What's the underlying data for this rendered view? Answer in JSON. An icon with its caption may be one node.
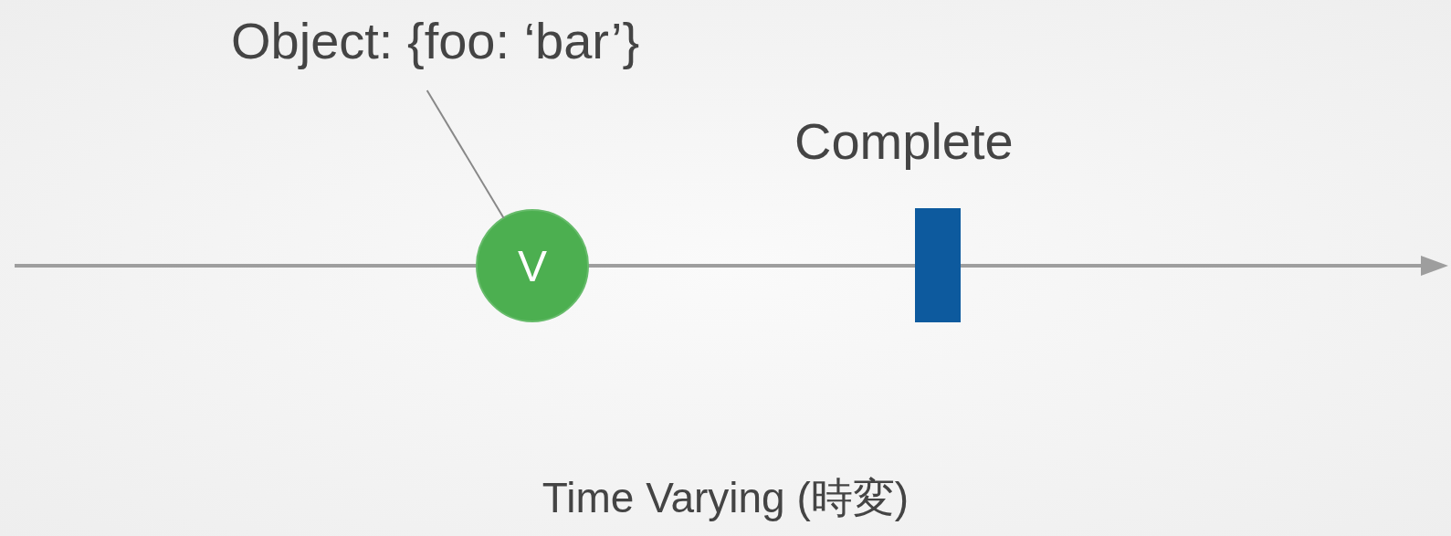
{
  "diagram": {
    "caption": "Time Varying (時変)",
    "nodes": [
      {
        "text": [
          "Object: {foo: ‘bar’}"
        ]
      },
      {
        "text": [
          "V"
        ]
      },
      {
        "text": [
          "Complete"
        ]
      }
    ],
    "edges": [
      {
        "from": 0,
        "to": 1,
        "arrow": "none"
      }
    ]
  }
}
